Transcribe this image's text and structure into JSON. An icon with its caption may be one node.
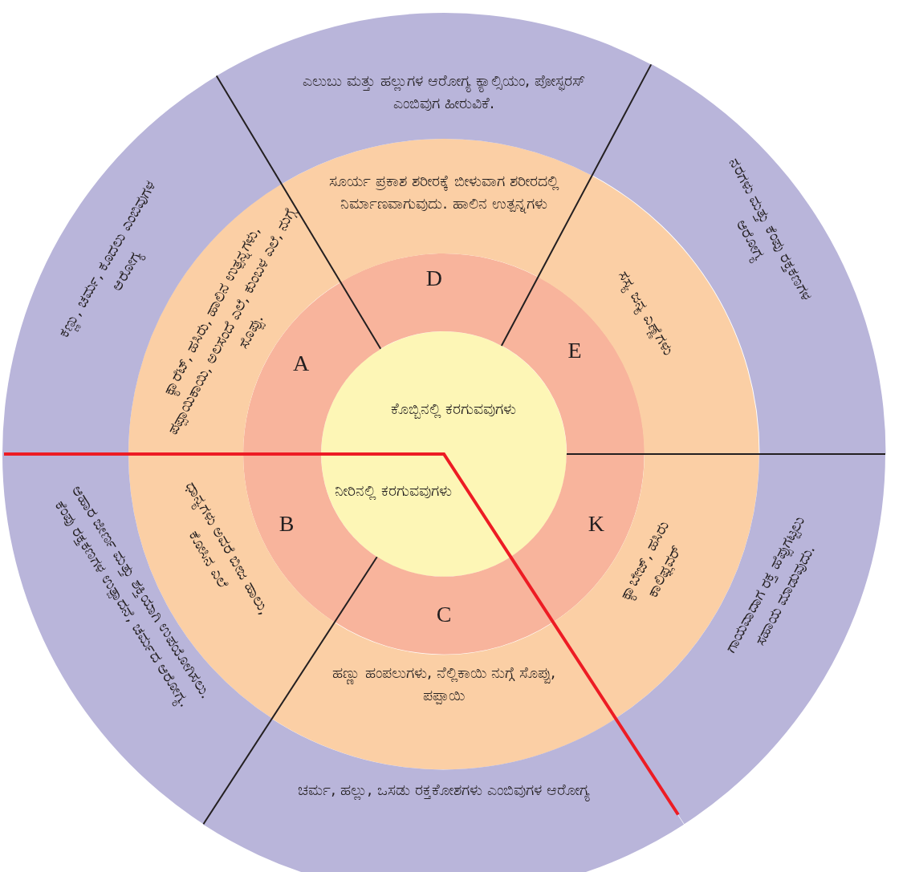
{
  "diagram": {
    "nodes": [
      {
        "text": [
          "ಕೊಬ್ಬಿನಲ್ಲಿ ಕರಗುವವುಗಳು",
          "ನೀರಿನಲ್ಲಿ ಕರಗುವವುಗಳು"
        ]
      },
      {
        "text": [
          "A"
        ]
      },
      {
        "text": [
          "ಕ್ಯಾರೆಟ್, ಹಸಿರು, ಹಾಲಿನ ಉತ್ಪನ್ನಗಳು, ಪಪ್ಪಾಯಿಕಾಯಿ, ಅಲಸಂದೆ ಎಲೆ, ಕುಂಬಳ ಎಲೆ, ನುಗ್ಗೆ ಸೊಪ್ಪು."
        ]
      },
      {
        "text": [
          "ಕಣ್ಣು, ಚರ್ಮ, ಕೂದಲು ಎಂಬಿವುಗಳ ಆರೋಗ್ಯ"
        ]
      },
      {
        "text": [
          "D"
        ]
      },
      {
        "text": [
          "ಸೂರ್ಯ ಪ್ರಕಾಶ ಶರೀರಕ್ಕೆ ಬೀಳುವಾಗ ಶರೀರದಲ್ಲಿ ನಿರ್ಮಾಣವಾಗುವುದು. ಹಾಲಿನ ಉತ್ಪನ್ನಗಳು"
        ]
      },
      {
        "text": [
          "ಎಲುಬು ಮತ್ತು ಹಲ್ಲುಗಳ ಆರೋಗ್ಯ ಕ್ಯಾಲ್ಸಿಯಂ, ಪೋಸ್ಫರಸ್ ಎಂಬಿವುಗ ಹೀರುವಿಕೆ."
        ]
      },
      {
        "text": [
          "E"
        ]
      },
      {
        "text": [
          "ಸಸ್ಯ ಜನ್ಯ ಎಣ್ಣೆಗಳು"
        ]
      },
      {
        "text": [
          "ನರಗಳು ಮತ್ತು ಕೆಂಪು ರಕ್ತಕಣಗಳ ಆರೋಗ್ಯ"
        ]
      },
      {
        "text": [
          "K"
        ]
      },
      {
        "text": [
          "ಕ್ಯಾಬೇಜ್, ಹಸಿರು ಕಾಲಿಫ್ಲವರ್"
        ]
      },
      {
        "text": [
          "ಗಾಯವಾದಾಗ ರಕ್ತ ಹೆಪ್ಪುಗಟ್ಟಲು ಸಹಾಯ ಮಾಡುವುದು."
        ]
      },
      {
        "text": [
          "C"
        ]
      },
      {
        "text": [
          "ಹಣ್ಣು ಹಂಪಲುಗಳು, ನೆಲ್ಲಿಕಾಯಿ ನುಗ್ಗೆ ಸೊಪ್ಪು, ಪಪ್ಪಾಯಿ"
        ]
      },
      {
        "text": [
          "ಚರ್ಮ, ಹಲ್ಲು, ಒಸಡು ರಕ್ತಕೋಶಗಳು ಎಂಬಿವುಗಳ ಆರೋಗ್ಯ"
        ]
      },
      {
        "text": [
          "B"
        ]
      },
      {
        "text": [
          "ಧಾನ್ಯಗಳು ಅವರೆ ಬೀಜ ಹಾಲು, ಕೋಸಿನ ಎಲೆ"
        ]
      },
      {
        "text": [
          "ಆಹಾರ ಜೀರ್ಣ ಮತ್ತು ಶಕ್ತಿಯಾಗಿ ಉಪಯೋಗಿಸಲು. ಕೆಂಪು ರಕ್ತಕಣಗಳ ಉತ್ಪಾದನೆ, ಚರ್ಮದ ಆರೋಗ್ಯ."
        ]
      }
    ]
  }
}
